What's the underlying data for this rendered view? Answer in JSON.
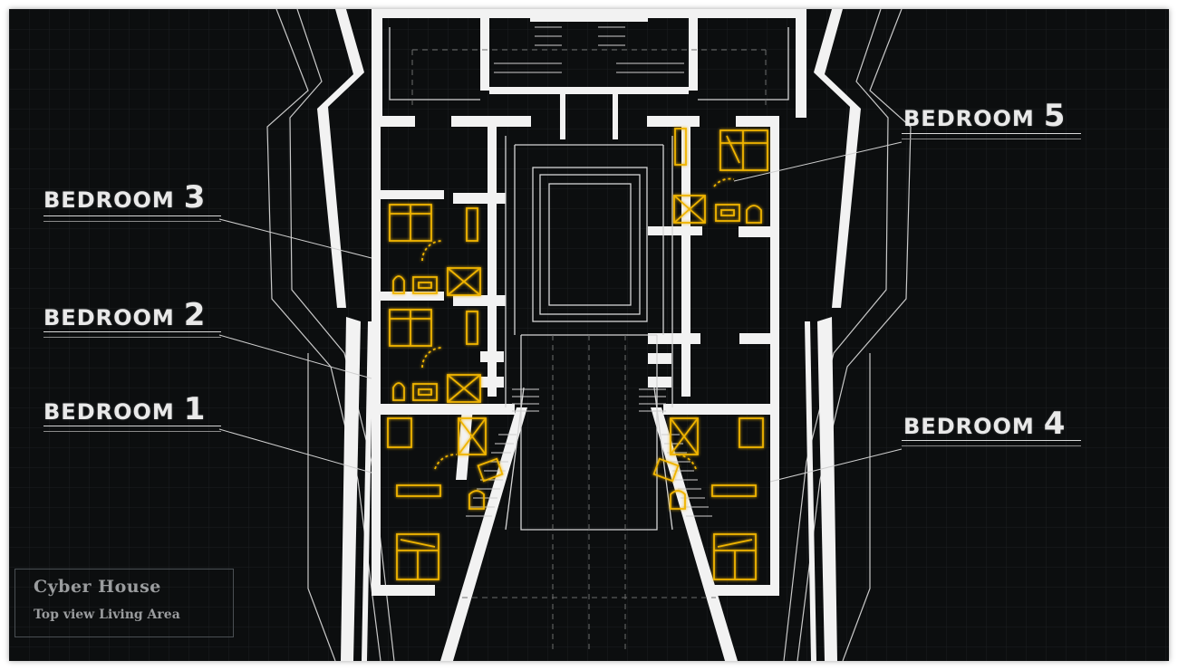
{
  "labels": {
    "bedroom3": {
      "word": "BEDROOM",
      "num": "3"
    },
    "bedroom2": {
      "word": "BEDROOM",
      "num": "2"
    },
    "bedroom1": {
      "word": "BEDROOM",
      "num": "1"
    },
    "bedroom5": {
      "word": "BEDROOM",
      "num": "5"
    },
    "bedroom4": {
      "word": "BEDROOM",
      "num": "4"
    }
  },
  "caption": {
    "title": "Cyber House",
    "subtitle": "Top view Living Area"
  },
  "colors": {
    "background": "#0c0e0f",
    "wall": "#f2f2f2",
    "furniture": "#f0b400",
    "grid": "#1c2022",
    "text": "#e9e9e9"
  }
}
